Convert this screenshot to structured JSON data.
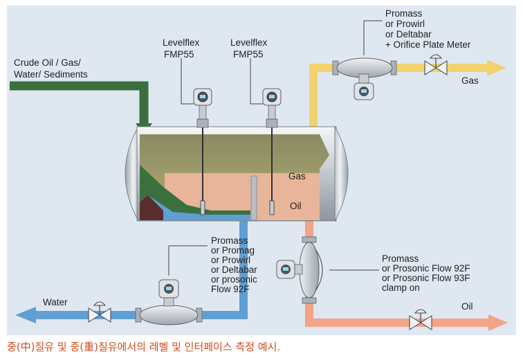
{
  "labels": {
    "inlet": [
      "Crude Oil / Gas/",
      "Water/ Sediments"
    ],
    "levelflex_left": [
      "Levelflex",
      "FMP55"
    ],
    "levelflex_right": [
      "Levelflex",
      "FMP55"
    ],
    "gas_meter": [
      "Promass",
      "or Prowirl",
      "or Deltabar",
      "+ Orifice Plate Meter"
    ],
    "gas_outlet": "Gas",
    "tank_gas": "Gas",
    "tank_oil": "Oil",
    "water_meter": [
      "Promass",
      "or Promag",
      "or Prowirl",
      "or Deltabar",
      "or prosonic",
      "Flow 92F"
    ],
    "oil_meter": [
      "Promass",
      "or Prosonic Flow 92F",
      "or Prosonic Flow 93F",
      "clamp on"
    ],
    "water_outlet": "Water",
    "oil_outlet": "Oil"
  },
  "caption": "중(中)질유 및 중(重)질유에서의 레벨 및 인터페이스 측정 예시.",
  "colors": {
    "background": "#dfe8f1",
    "inlet_pipe": "#3b6f3e",
    "gas_pipe": "#f2d26e",
    "oil_pipe": "#f3a488",
    "water_pipe": "#5f9fd4",
    "caption": "#d14a1c"
  }
}
